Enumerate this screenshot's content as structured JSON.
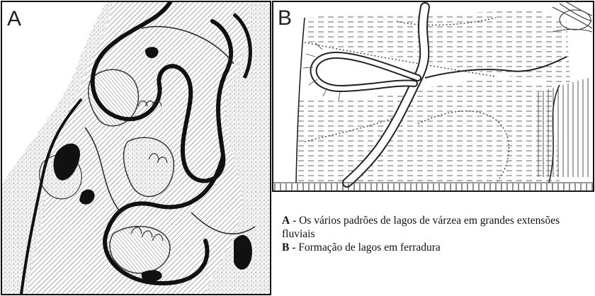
{
  "panels": {
    "a_letter": "A",
    "b_letter": "B"
  },
  "caption": {
    "a_key": "A",
    "a_text": " - Os vários padrões de lagos de várzea em grandes extensões fluviais",
    "b_key": "B",
    "b_text": " - Formação de lagos em ferradura"
  },
  "colors": {
    "ink": "#111111",
    "stipple": "#9a9a9a",
    "hatch": "#6e6e6e",
    "background": "#ffffff"
  }
}
